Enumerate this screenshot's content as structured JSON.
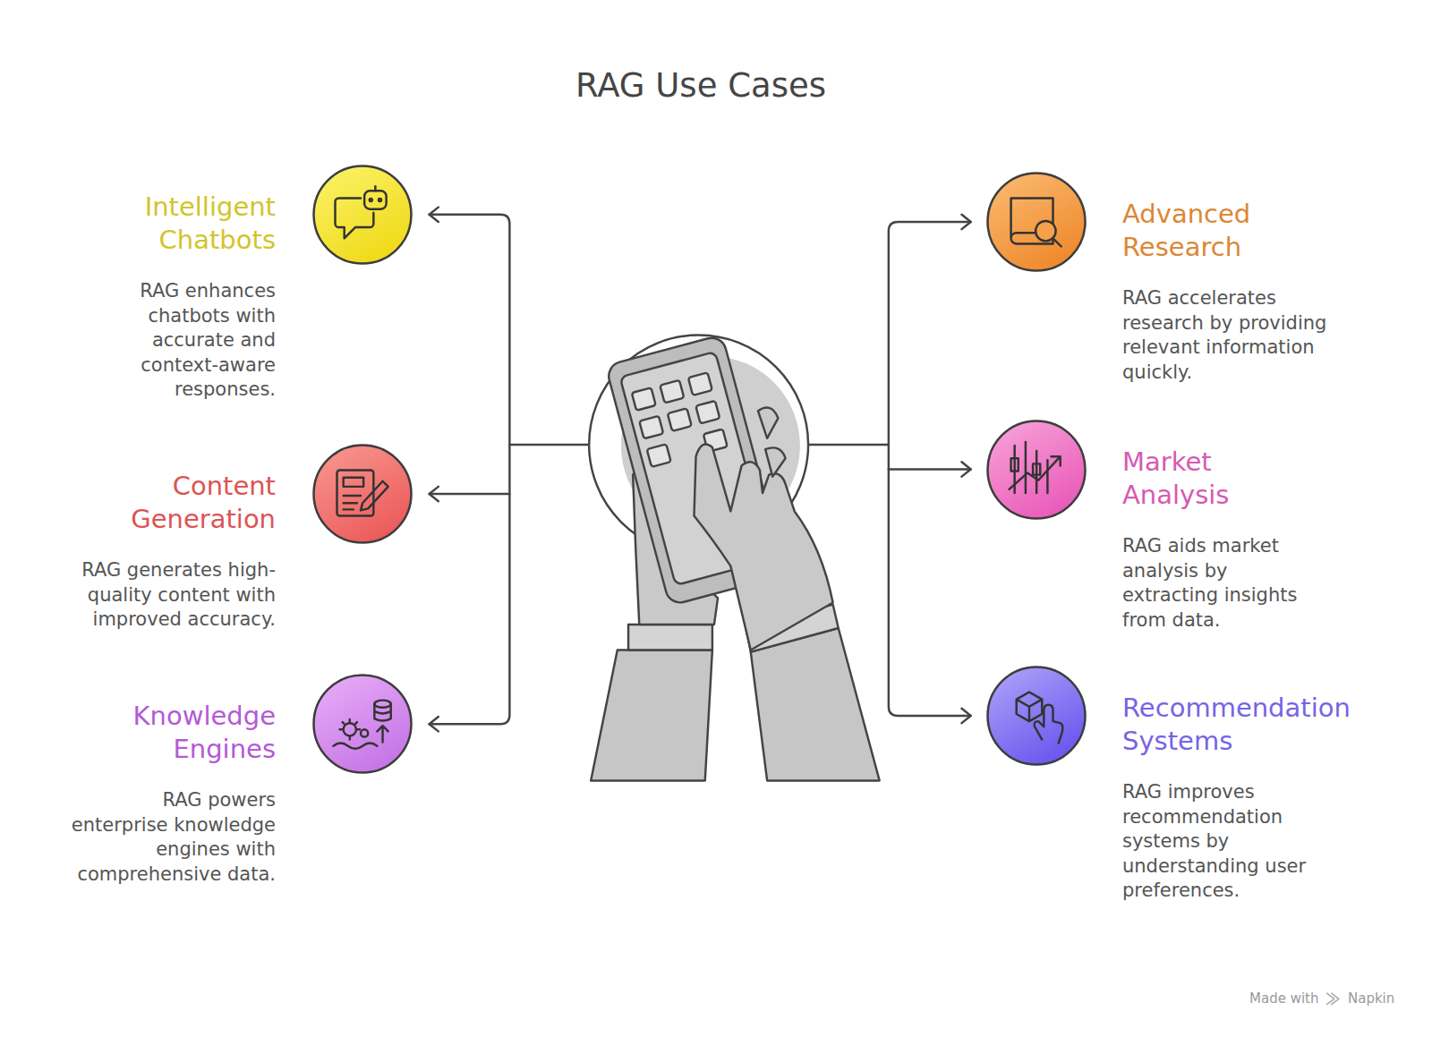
{
  "diagram": {
    "title": "RAG Use Cases",
    "nodes": [
      {
        "text": [
          "Intelligent Chatbots",
          "RAG enhances chatbots with accurate and context-aware responses."
        ]
      },
      {
        "text": [
          "Content Generation",
          "RAG generates high-quality content with improved accuracy."
        ]
      },
      {
        "text": [
          "Knowledge Engines",
          "RAG powers enterprise knowledge engines with comprehensive data."
        ]
      },
      {
        "text": [
          "Advanced Research",
          "RAG accelerates research by providing relevant information quickly."
        ]
      },
      {
        "text": [
          "Market Analysis",
          "RAG aids market analysis by extracting insights from data."
        ]
      },
      {
        "text": [
          "Recommendation Systems",
          "RAG improves recommendation systems by understanding user preferences."
        ]
      }
    ],
    "labels": [
      "Made with",
      "Napkin"
    ]
  }
}
